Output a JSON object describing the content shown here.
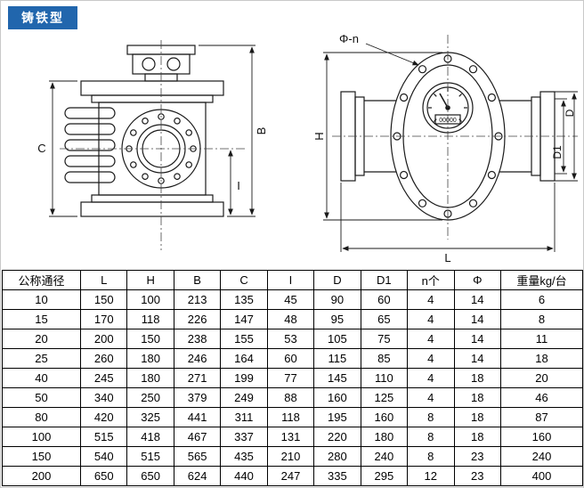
{
  "badge": {
    "label": "铸铁型"
  },
  "drawings": {
    "front_view": {
      "dim_c": "C",
      "dim_b": "B",
      "dim_i": "I"
    },
    "side_view": {
      "dim_phi_n": "Φ-n",
      "dim_h": "H",
      "dim_d": "D",
      "dim_d1": "D1",
      "dim_l": "L",
      "counter_value": "00000"
    }
  },
  "table": {
    "headers": [
      "公称通径",
      "L",
      "H",
      "B",
      "C",
      "I",
      "D",
      "D1",
      "n个",
      "Φ",
      "重量kg/台"
    ],
    "rows": [
      [
        "10",
        "150",
        "100",
        "213",
        "135",
        "45",
        "90",
        "60",
        "4",
        "14",
        "6"
      ],
      [
        "15",
        "170",
        "118",
        "226",
        "147",
        "48",
        "95",
        "65",
        "4",
        "14",
        "8"
      ],
      [
        "20",
        "200",
        "150",
        "238",
        "155",
        "53",
        "105",
        "75",
        "4",
        "14",
        "11"
      ],
      [
        "25",
        "260",
        "180",
        "246",
        "164",
        "60",
        "115",
        "85",
        "4",
        "14",
        "18"
      ],
      [
        "40",
        "245",
        "180",
        "271",
        "199",
        "77",
        "145",
        "110",
        "4",
        "18",
        "20"
      ],
      [
        "50",
        "340",
        "250",
        "379",
        "249",
        "88",
        "160",
        "125",
        "4",
        "18",
        "46"
      ],
      [
        "80",
        "420",
        "325",
        "441",
        "311",
        "118",
        "195",
        "160",
        "8",
        "18",
        "87"
      ],
      [
        "100",
        "515",
        "418",
        "467",
        "337",
        "131",
        "220",
        "180",
        "8",
        "18",
        "160"
      ],
      [
        "150",
        "540",
        "515",
        "565",
        "435",
        "210",
        "280",
        "240",
        "8",
        "23",
        "240"
      ],
      [
        "200",
        "650",
        "650",
        "624",
        "440",
        "247",
        "335",
        "295",
        "12",
        "23",
        "400"
      ]
    ]
  }
}
